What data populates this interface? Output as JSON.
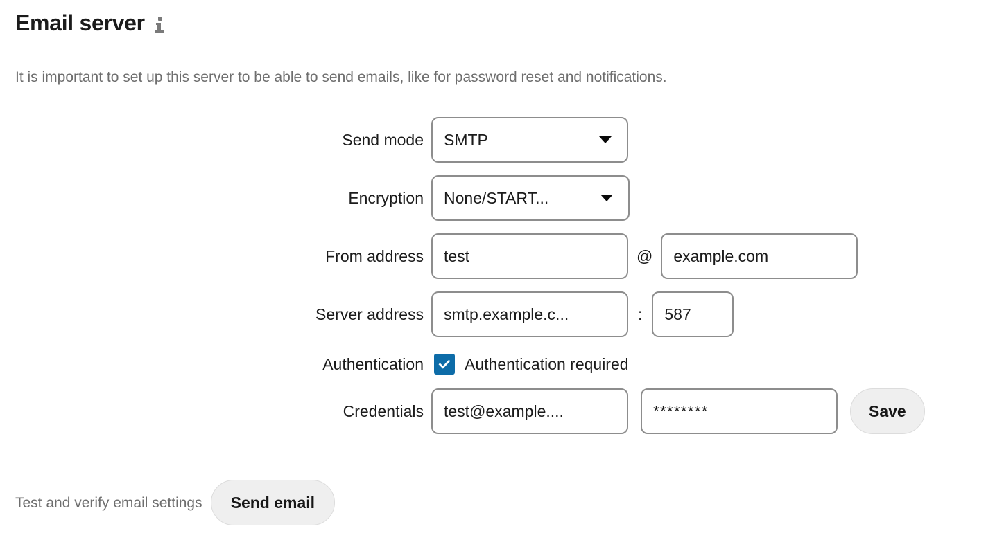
{
  "header": {
    "title": "Email server",
    "info_icon": "info-icon",
    "subtitle": "It is important to set up this server to be able to send emails, like for password reset and notifications."
  },
  "form": {
    "rows": [
      {
        "label": "Send mode",
        "control": "select",
        "value": "SMTP"
      },
      {
        "label": "Encryption",
        "control": "select",
        "value": "None/START..."
      },
      {
        "label": "From address",
        "control": "email-split",
        "user": "test",
        "separator": "@",
        "domain": "example.com"
      },
      {
        "label": "Server address",
        "control": "host-port",
        "host": "smtp.example.c...",
        "separator": ":",
        "port": "587"
      },
      {
        "label": "Authentication",
        "control": "checkbox",
        "checked": true,
        "checkbox_label": "Authentication required"
      },
      {
        "label": "Credentials",
        "control": "credentials",
        "username": "test@example....",
        "password": "********",
        "save_label": "Save"
      }
    ]
  },
  "footer": {
    "test_label": "Test and verify email settings",
    "send_email_label": "Send email"
  },
  "colors": {
    "accent": "#0d6ca8",
    "text": "#1b1b1b",
    "muted_text": "#6e6e6e",
    "field_border": "#8d8d8d",
    "button_bg": "#efefef",
    "background": "#ffffff"
  }
}
